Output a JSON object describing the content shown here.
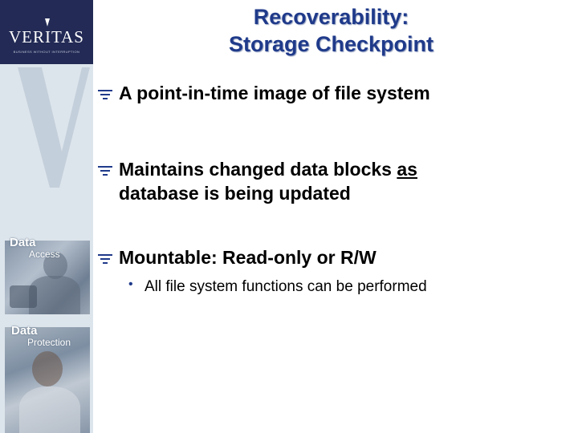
{
  "logo": {
    "brand": "VERITAS",
    "tagline": "BUSINESS WITHOUT INTERRUPTION"
  },
  "sidebar": {
    "label1": "Data",
    "label1_sub": "Access",
    "label2": "Data",
    "label2_sub": "Protection"
  },
  "title": {
    "line1": "Recoverability:",
    "line2": "Storage Checkpoint"
  },
  "bullets": [
    {
      "text": "A point-in-time image of file system"
    },
    {
      "text_before": "Maintains changed data blocks ",
      "underlined": "as",
      "line2": "database is being updated"
    },
    {
      "text": "Mountable: Read-only or R/W"
    }
  ],
  "sub_bullets": [
    {
      "text": "All file system functions can be performed"
    }
  ],
  "colors": {
    "title": "#1f3a8a",
    "logo_bg": "#222a55",
    "sidebar_bg": "#dde5ec"
  }
}
